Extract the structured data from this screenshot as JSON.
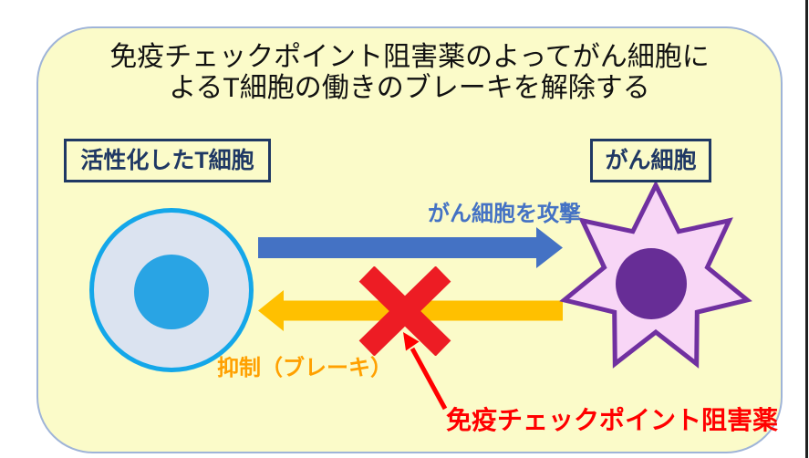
{
  "diagram": {
    "title": {
      "line1": "免疫チェックポイント阻害薬のよってがん細胞に",
      "line2": "よるT細胞の働きのブレーキを解除する"
    },
    "t_cell": {
      "label": "活性化したT細胞"
    },
    "cancer_cell": {
      "label": "がん細胞"
    },
    "attack_arrow": {
      "label": "がん細胞を攻撃",
      "direction": "right"
    },
    "brake_arrow": {
      "label": "抑制（ブレーキ）",
      "direction": "left"
    },
    "inhibitor": {
      "label": "免疫チェックポイント阻害薬"
    },
    "colors": {
      "panel_fill": "#fbfbc9",
      "panel_border": "#9fb4d8",
      "navy_label": "#1f3864",
      "tcell_border": "#14a7e9",
      "tcell_body": "#dbe3f0",
      "tcell_nucleus": "#29a4e4",
      "cancer_border": "#7030a0",
      "cancer_body": "#f8d6f6",
      "cancer_nucleus": "#672d96",
      "attack_arrow": "#4472c4",
      "brake_arrow": "#ffc000",
      "brake_text": "#ffa000",
      "block_x": "#ed1c24",
      "inhibitor_red": "#ff0000"
    }
  }
}
